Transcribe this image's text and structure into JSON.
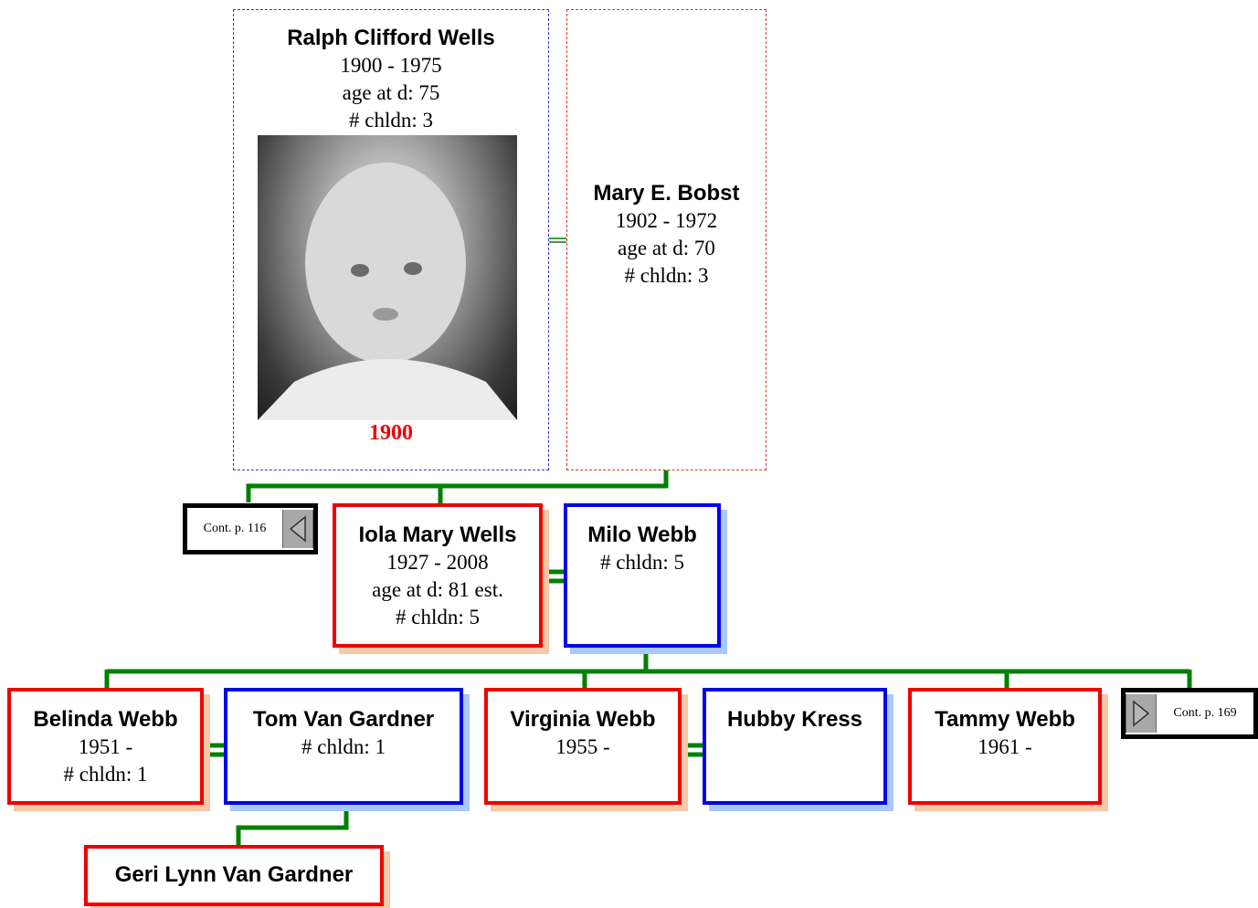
{
  "grandparents": {
    "father": {
      "name": "Ralph Clifford Wells",
      "dates": "1900 - 1975",
      "age": "age at d: 75",
      "children": "# chldn: 3",
      "photo_year": "1900"
    },
    "mother": {
      "name": "Mary E. Bobst",
      "dates": "1902 - 1972",
      "age": "age at d: 70",
      "children": "# chldn: 3"
    }
  },
  "parents": {
    "iola": {
      "name": "Iola Mary Wells",
      "dates": "1927 - 2008",
      "age": "age at d: 81 est.",
      "children": "# chldn: 5"
    },
    "milo": {
      "name": "Milo Webb",
      "children": "# chldn: 5"
    }
  },
  "children": {
    "belinda": {
      "name": "Belinda Webb",
      "dates": "1951 -",
      "children": "# chldn: 1"
    },
    "tom": {
      "name": "Tom Van Gardner",
      "children": "# chldn: 1"
    },
    "virginia": {
      "name": "Virginia Webb",
      "dates": "1955 -"
    },
    "hubby": {
      "name": "Hubby Kress"
    },
    "tammy": {
      "name": "Tammy Webb",
      "dates": "1961 -"
    }
  },
  "grandchildren": {
    "geri": {
      "name": "Geri Lynn Van Gardner"
    }
  },
  "continuations": {
    "left": "Cont. p. 116",
    "right": "Cont. p. 169"
  },
  "colors": {
    "male": "#0000ee",
    "female": "#ee0000",
    "connector": "#008000",
    "female_shadow": "#f7c7a8",
    "male_shadow": "#a8c8ff"
  }
}
